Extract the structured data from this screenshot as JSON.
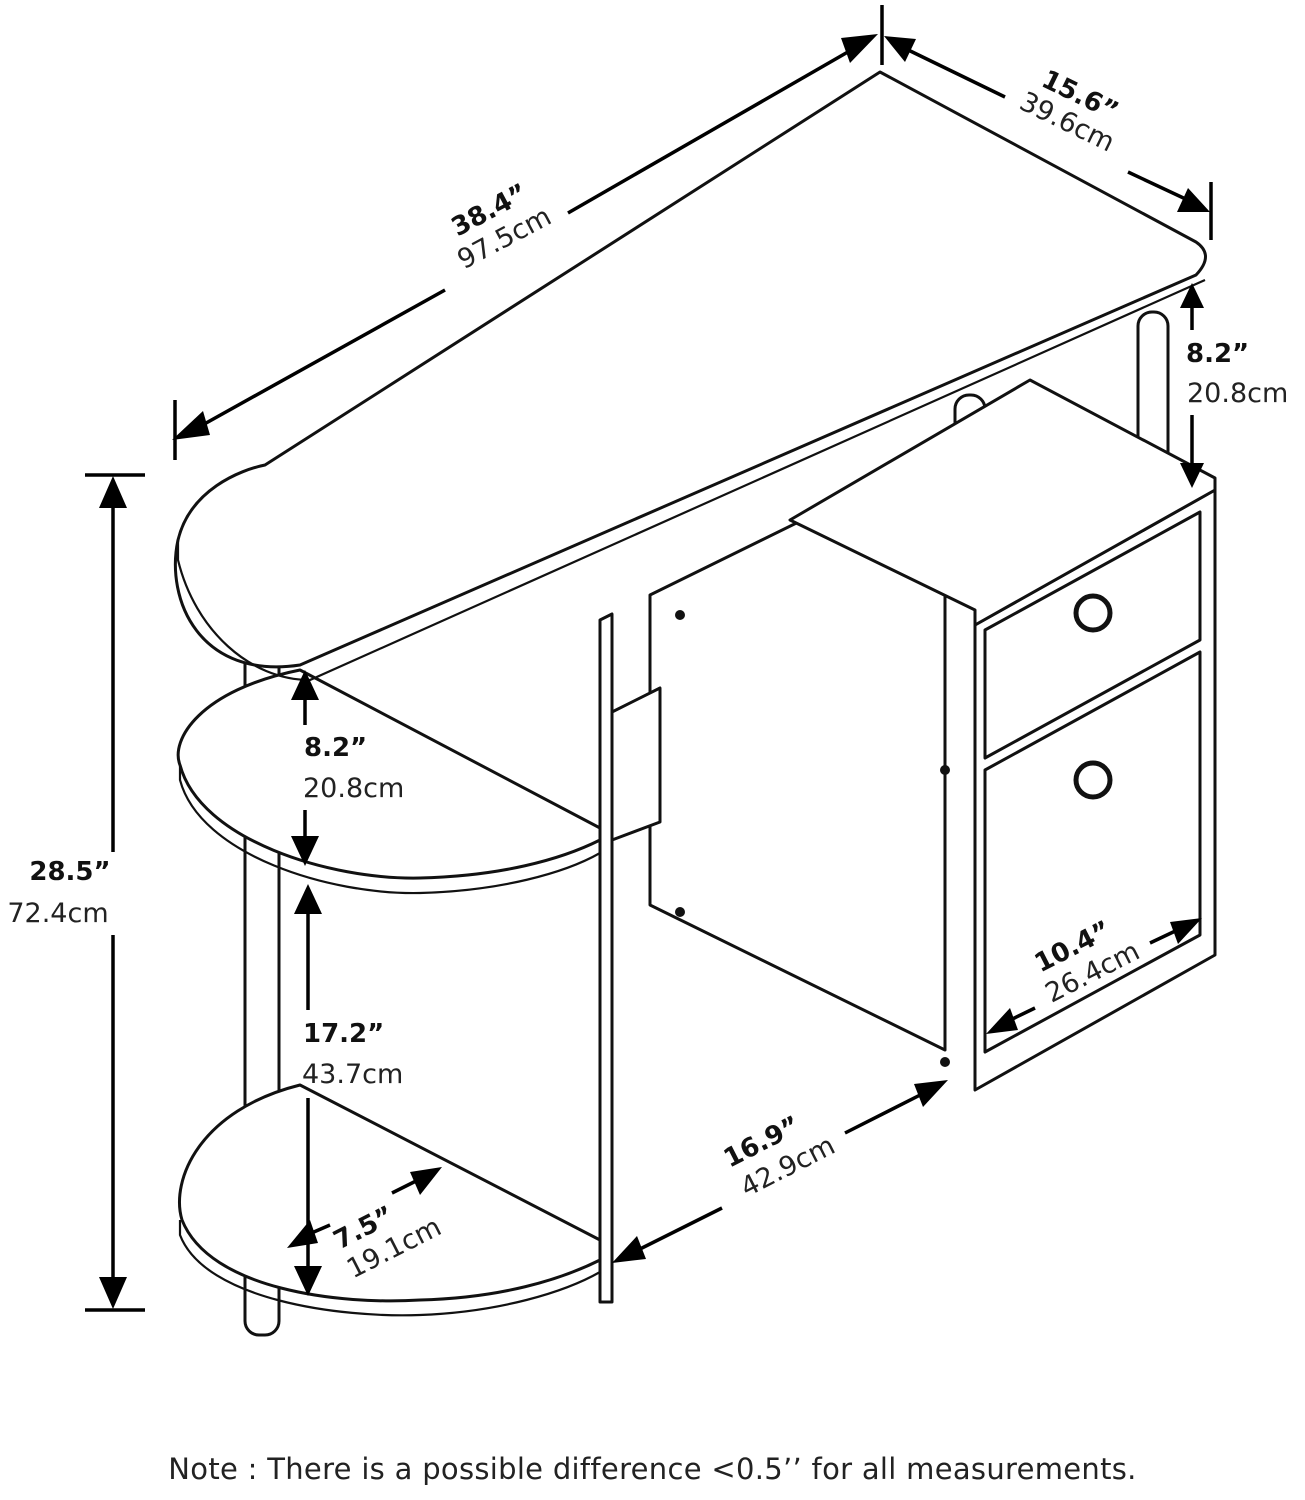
{
  "dimensions": {
    "width": {
      "in": "38.4”",
      "cm": "97.5cm"
    },
    "depth": {
      "in": "15.6”",
      "cm": "39.6cm"
    },
    "upper_gap": {
      "in": "8.2”",
      "cm": "20.8cm"
    },
    "total_height": {
      "in": "28.5”",
      "cm": "72.4cm"
    },
    "shelf_gap": {
      "in": "8.2”",
      "cm": "20.8cm"
    },
    "lower_gap": {
      "in": "17.2”",
      "cm": "43.7cm"
    },
    "shelf_depth": {
      "in": "7.5”",
      "cm": "19.1cm"
    },
    "knee_width": {
      "in": "16.9”",
      "cm": "42.9cm"
    },
    "drawer_width": {
      "in": "10.4”",
      "cm": "26.4cm"
    }
  },
  "note": "Note : There is a possible difference <0.5’’ for all measurements."
}
